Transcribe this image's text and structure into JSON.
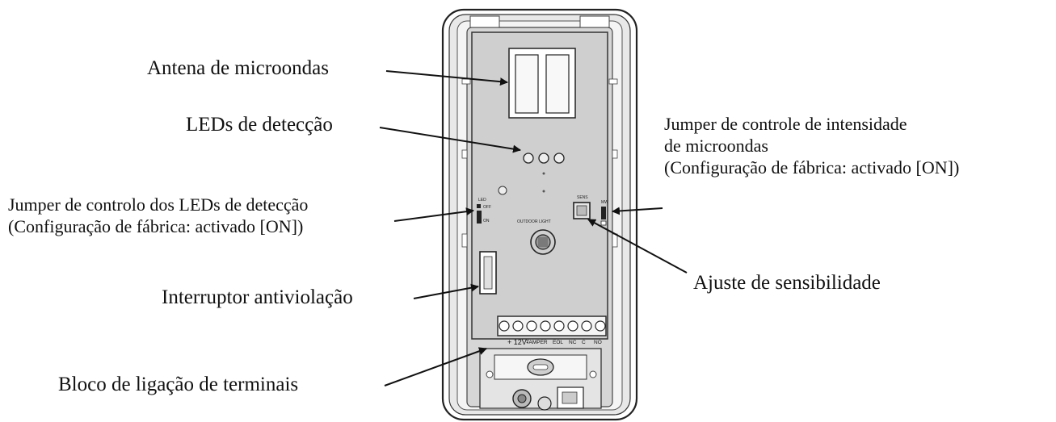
{
  "labels": {
    "antenna": "Antena de microondas",
    "leds": "LEDs de detecção",
    "jumper_leds_line1": "Jumper de controlo dos LEDs de detecção",
    "jumper_leds_line2": "(Configuração de fábrica: activado [ON])",
    "tamper": "Interruptor antiviolação",
    "terminal_block": "Bloco de ligação de terminais",
    "jumper_mw_line1": "Jumper de controle de intensidade",
    "jumper_mw_line2": "de microondas",
    "jumper_mw_line3": "(Configuração de fábrica: activado [ON])",
    "sensitivity": "Ajuste de sensibilidade"
  },
  "device": {
    "outdoor_light": "OUTDOOR LIGHT",
    "sens": "SENS",
    "led": "LED",
    "off": "OFF",
    "on": "ON",
    "mw": "MW",
    "terminals": [
      "+ 12V-",
      "TAMPER",
      "EOL",
      "NC",
      "C",
      "NO"
    ]
  }
}
